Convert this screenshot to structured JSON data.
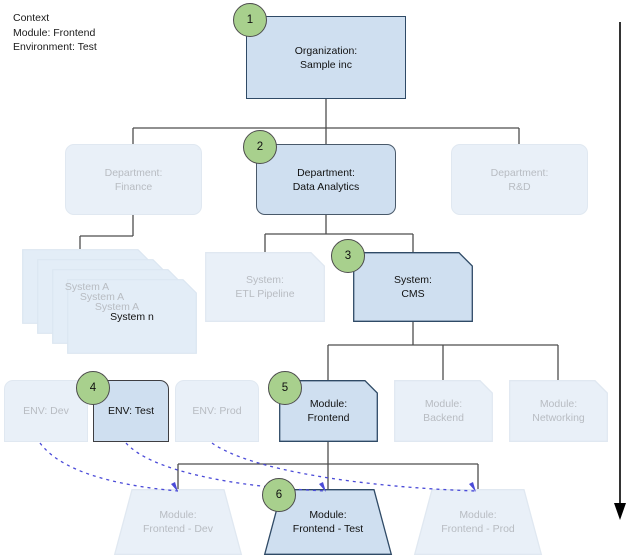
{
  "context": {
    "title": "Context",
    "lines": [
      "Context",
      "Module: Frontend",
      "Environment: Test"
    ],
    "module_line": "Module: Frontend",
    "environment_line": "Environment: Test",
    "text": "Context\nModule: Frontend\nEnvironment: Test"
  },
  "colors": {
    "active_fill": "#cfdff0",
    "active_stroke": "#2f4a66",
    "faded_fill": "#e9f0f8",
    "faded_stroke": "#e0e8f1",
    "badge_fill": "#a8d08d",
    "badge_stroke": "#4d4d4d",
    "active_text": "#111111",
    "faded_text": "#b8bcc2",
    "curve_stroke": "#4b4bd8",
    "wire_stroke": "#4d4d4d"
  },
  "levels": {
    "organization": {
      "label": "Organization:\nSample inc",
      "name": "Sample inc",
      "badge": "1",
      "state": "active"
    },
    "departments": [
      {
        "label": "Department:\nFinance",
        "name": "Finance",
        "badge": "",
        "state": "faded"
      },
      {
        "label": "Department:\nData Analytics",
        "name": "Data Analytics",
        "badge": "2",
        "state": "active"
      },
      {
        "label": "Department:\nR&D",
        "name": "R&D",
        "badge": "",
        "state": "faded"
      }
    ],
    "systems_stack": [
      {
        "label": "System A",
        "state": "faded"
      },
      {
        "label": "System A",
        "state": "faded"
      },
      {
        "label": "System A",
        "state": "faded"
      },
      {
        "label": "System n",
        "state": "active"
      }
    ],
    "systems": [
      {
        "label": "System:\nETL Pipeline",
        "name": "ETL Pipeline",
        "badge": "",
        "state": "faded"
      },
      {
        "label": "System:\nCMS",
        "name": "CMS",
        "badge": "3",
        "state": "active"
      }
    ],
    "environments": [
      {
        "label": "ENV: Dev",
        "name": "Dev",
        "badge": "",
        "state": "faded"
      },
      {
        "label": "ENV: Test",
        "name": "Test",
        "badge": "4",
        "state": "active"
      },
      {
        "label": "ENV: Prod",
        "name": "Prod",
        "badge": "",
        "state": "faded"
      }
    ],
    "modules": [
      {
        "label": "Module:\nFrontend",
        "name": "Frontend",
        "badge": "5",
        "state": "active"
      },
      {
        "label": "Module:\nBackend",
        "name": "Backend",
        "badge": "",
        "state": "faded"
      },
      {
        "label": "Module:\nNetworking",
        "name": "Networking",
        "badge": "",
        "state": "faded"
      }
    ],
    "module_instances": [
      {
        "label": "Module:\nFrontend - Dev",
        "name": "Frontend - Dev",
        "badge": "",
        "state": "faded"
      },
      {
        "label": "Module:\nFrontend - Test",
        "name": "Frontend - Test",
        "badge": "6",
        "state": "active"
      },
      {
        "label": "Module:\nFrontend - Prod",
        "name": "Frontend - Prod",
        "badge": "",
        "state": "faded"
      }
    ]
  },
  "flow_arrow": {
    "direction": "down",
    "label": ""
  }
}
